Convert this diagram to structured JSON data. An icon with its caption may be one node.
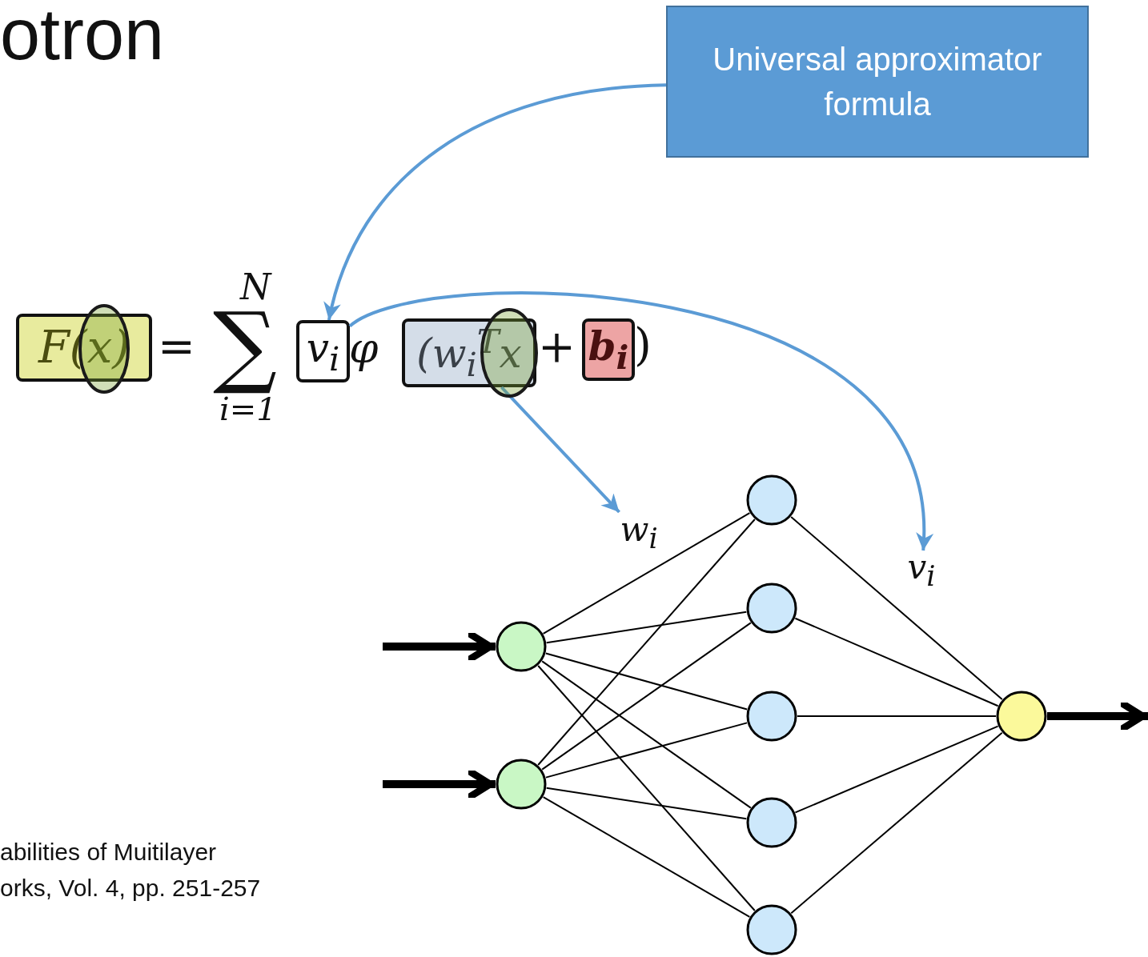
{
  "diagram": {
    "title": "otron",
    "nodes": [
      {
        "text": [
          "Universal approximator formula"
        ]
      },
      {
        "text": [
          "F(x)"
        ]
      },
      {
        "text": [
          "v$_{i}$"
        ]
      },
      {
        "text": [
          "(w$_{i}$$^{T}$x"
        ]
      },
      {
        "text": [
          "b$_{i}$"
        ]
      },
      {
        "text": [],
        "shape": "circle"
      },
      {
        "text": [],
        "shape": "circle"
      },
      {
        "text": [],
        "shape": "circle"
      },
      {
        "text": [],
        "shape": "circle"
      },
      {
        "text": [],
        "shape": "circle"
      },
      {
        "text": [],
        "shape": "circle"
      },
      {
        "text": [],
        "shape": "circle"
      },
      {
        "text": [],
        "shape": "circle"
      },
      {
        "text": [
          "w$_{i}$"
        ]
      },
      {
        "text": [
          "v$_{i}$"
        ]
      }
    ],
    "edges": [
      {
        "from": 0,
        "to": 2,
        "arrow": "to",
        "color": "#5b9bd5"
      },
      {
        "from": 2,
        "to": 14,
        "arrow": "to",
        "color": "#5b9bd5"
      },
      {
        "from": 3,
        "to": 13,
        "arrow": "to",
        "color": "#5b9bd5"
      },
      {
        "from": null,
        "to": 5,
        "arrow": "to",
        "style": "thick"
      },
      {
        "from": null,
        "to": 6,
        "arrow": "to",
        "style": "thick"
      },
      {
        "from": 12,
        "to": null,
        "arrow": "to",
        "style": "thick"
      },
      {
        "from": 5,
        "to": 7,
        "arrow": "none"
      },
      {
        "from": 5,
        "to": 8,
        "arrow": "none"
      },
      {
        "from": 5,
        "to": 9,
        "arrow": "none"
      },
      {
        "from": 5,
        "to": 10,
        "arrow": "none"
      },
      {
        "from": 5,
        "to": 11,
        "arrow": "none"
      },
      {
        "from": 6,
        "to": 7,
        "arrow": "none"
      },
      {
        "from": 6,
        "to": 8,
        "arrow": "none"
      },
      {
        "from": 6,
        "to": 9,
        "arrow": "none"
      },
      {
        "from": 6,
        "to": 10,
        "arrow": "none"
      },
      {
        "from": 6,
        "to": 11,
        "arrow": "none"
      },
      {
        "from": 7,
        "to": 12,
        "arrow": "none"
      },
      {
        "from": 8,
        "to": 12,
        "arrow": "none"
      },
      {
        "from": 9,
        "to": 12,
        "arrow": "none"
      },
      {
        "from": 10,
        "to": 12,
        "arrow": "none"
      },
      {
        "from": 11,
        "to": 12,
        "arrow": "none"
      }
    ],
    "labels": [
      "N",
      "=",
      "∑",
      "φ",
      "+",
      ")",
      "i=1",
      "abilities of Muitilayer",
      "orks, Vol. 4, pp. 251-257"
    ]
  }
}
